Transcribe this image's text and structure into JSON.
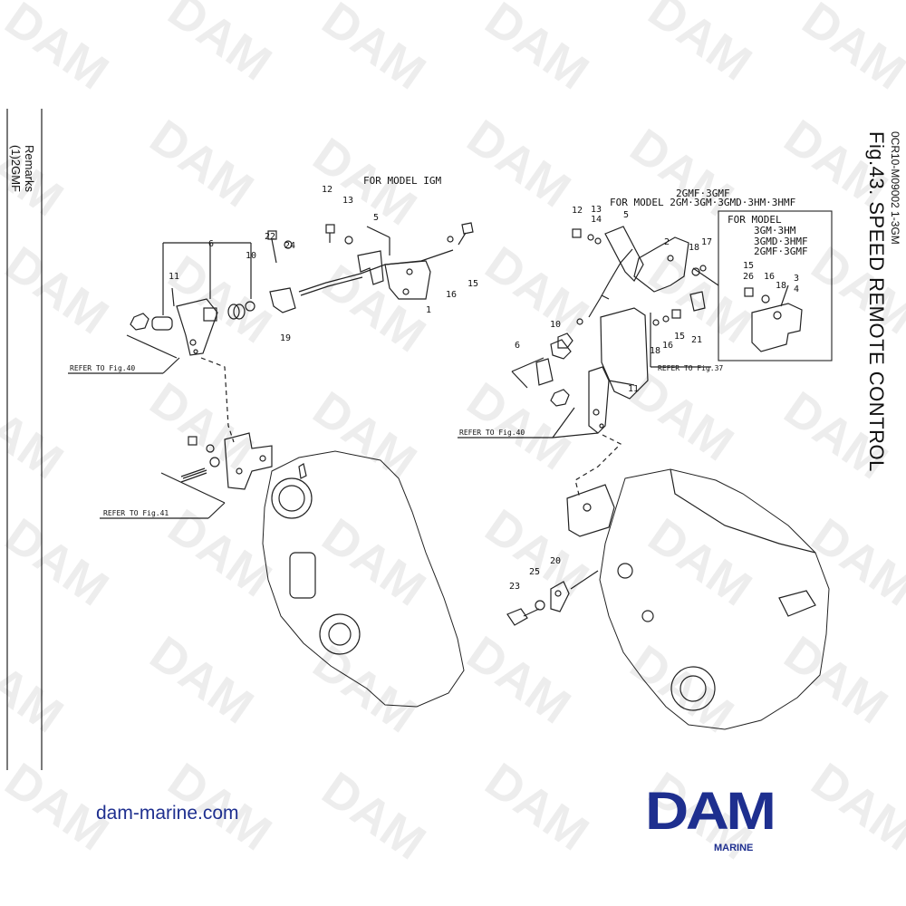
{
  "header": {
    "doc_code": "0CR10-M09002   1-3GM",
    "figure_title": "Fig.43.  SPEED REMOTE CONTROL"
  },
  "remarks": {
    "title": "Remarks",
    "item": "(1)2GMF"
  },
  "left_assembly": {
    "model_label": "FOR MODEL IGM",
    "refer_fig40": "REFER TO Fig.40",
    "refer_fig41": "REFER TO Fig.41",
    "callouts": [
      "12",
      "13",
      "5",
      "22",
      "24",
      "6",
      "11",
      "10",
      "16",
      "15",
      "1",
      "19"
    ]
  },
  "right_assembly": {
    "model_label_line1": "2GMF·3GMF",
    "model_label_line2": "FOR MODEL 2GM·3GM·3GMD·3HM·3HMF",
    "inset_box": {
      "title": "FOR MODEL",
      "lines": [
        "3GM·3HM",
        "3GMD·3HMF",
        "2GMF·3GMF"
      ],
      "callouts": [
        "15",
        "26",
        "16",
        "18",
        "3",
        "4"
      ]
    },
    "refer_fig37": "REFER TO Fig.37",
    "refer_fig40": "REFER TO Fig.40",
    "callouts": [
      "12",
      "13",
      "14",
      "5",
      "2",
      "18",
      "17",
      "10",
      "6",
      "18",
      "16",
      "15",
      "21",
      "11",
      "23",
      "25",
      "20"
    ]
  },
  "footer": {
    "website": "dam-marine.com",
    "logo_text": "DAM",
    "logo_sub": "MARINE"
  },
  "watermark": {
    "text": "DAM"
  },
  "colors": {
    "line": "#222222",
    "brand": "#1e2f8f"
  }
}
